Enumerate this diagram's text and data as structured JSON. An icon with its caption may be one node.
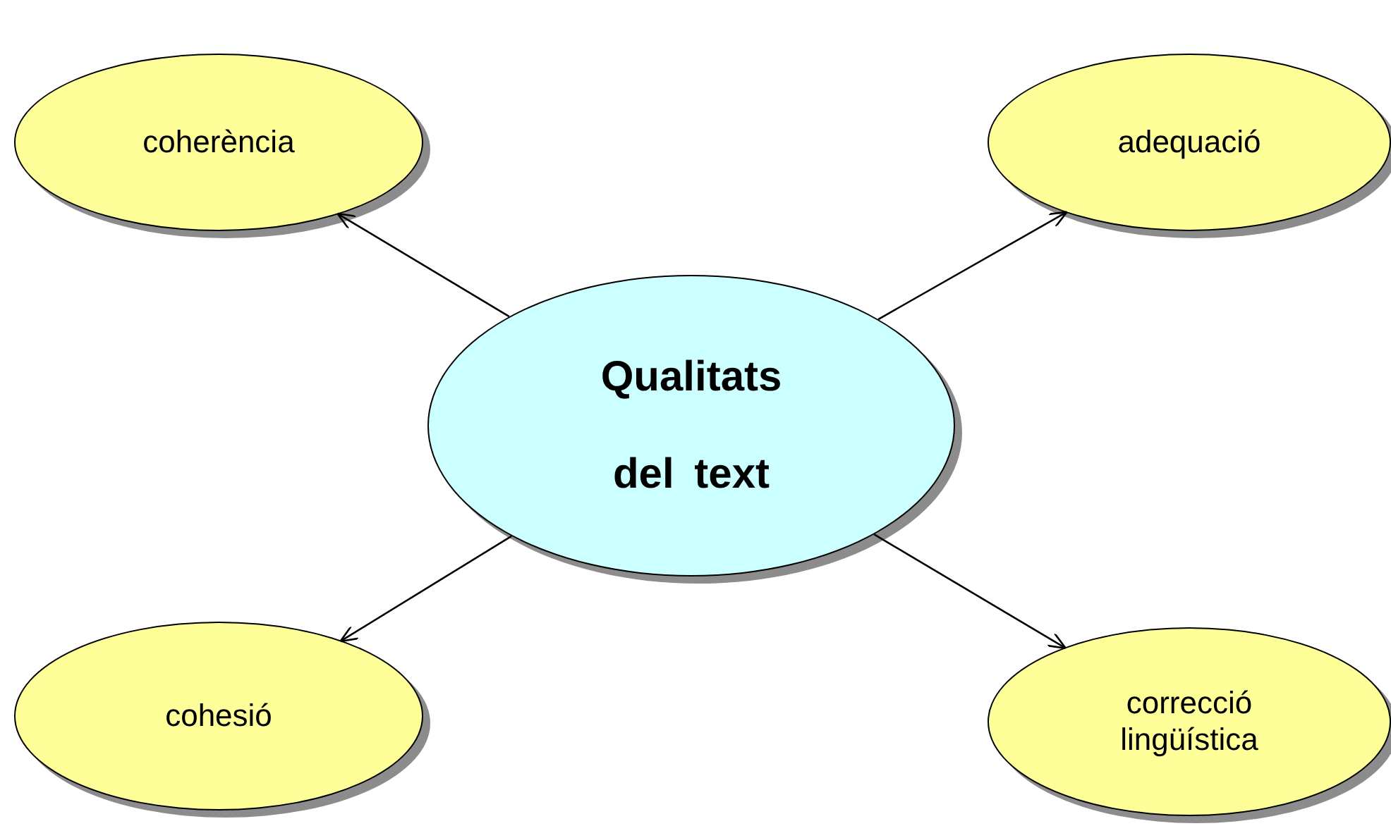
{
  "diagram": {
    "nodes": [
      {
        "text": [
          "Qualitats del text"
        ]
      },
      {
        "text": [
          "coherència"
        ]
      },
      {
        "text": [
          "adequació"
        ]
      },
      {
        "text": [
          "cohesió"
        ]
      },
      {
        "text": [
          "correcció lingüística"
        ]
      }
    ],
    "edges": [
      {
        "from": 0,
        "to": 1,
        "arrow": "to"
      },
      {
        "from": 0,
        "to": 2,
        "arrow": "to"
      },
      {
        "from": 0,
        "to": 3,
        "arrow": "to"
      },
      {
        "from": 0,
        "to": 4,
        "arrow": "to"
      }
    ]
  }
}
